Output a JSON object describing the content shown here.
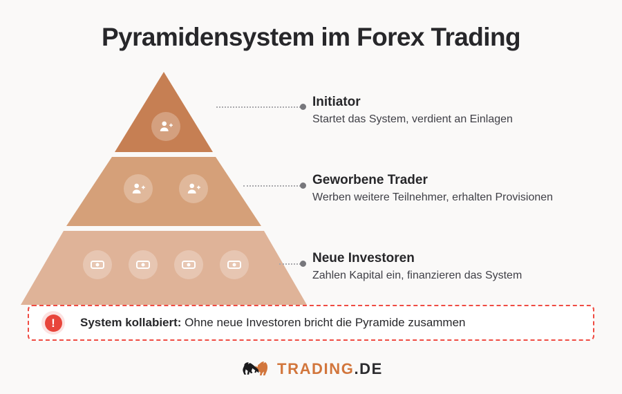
{
  "page": {
    "title": "Pyramidensystem im Forex Trading",
    "background_color": "#faf9f8"
  },
  "pyramid": {
    "tiers": [
      {
        "id": "initiator",
        "color": "#c67f53",
        "icon": "person-plus-icon",
        "icon_count": 1,
        "label": "Initiator",
        "description": "Startet das System, verdient an Einlagen"
      },
      {
        "id": "geworbene-trader",
        "color": "#d5a079",
        "icon": "person-plus-icon",
        "icon_count": 2,
        "label": "Geworbene Trader",
        "description": "Werben weitere Teilnehmer, erhalten Provisionen"
      },
      {
        "id": "neue-investoren",
        "color": "#dfb398",
        "icon": "banknote-icon",
        "icon_count": 4,
        "label": "Neue Investoren",
        "description": "Zahlen Kapital ein, finanzieren das System"
      }
    ]
  },
  "alert": {
    "icon": "exclamation-circle-icon",
    "strong_text": "System kollabiert:",
    "text": " Ohne neue Investoren bricht die Pyramide zusammen",
    "border_color": "#ef4b42",
    "icon_color": "#e8453b"
  },
  "footer": {
    "logo_icon": "bull-logo-icon",
    "logo_word": "TRADING",
    "logo_tld": ".DE",
    "logo_color": "#d2763c",
    "logo_tld_color": "#2b2b2e"
  }
}
